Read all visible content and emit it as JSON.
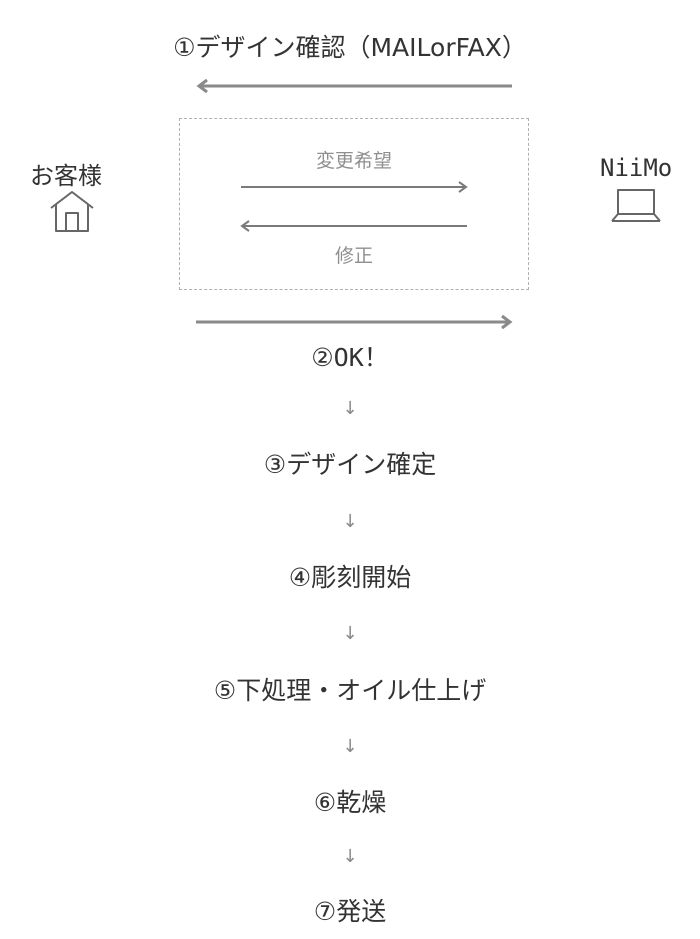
{
  "steps": {
    "step1": "①デザイン確認（MAILorFAX）",
    "step2": "②OK！",
    "step3": "③デザイン確定",
    "step4": "④彫刻開始",
    "step5": "⑤下処理・オイル仕上げ",
    "step6": "⑥乾燥",
    "step7": "⑦発送"
  },
  "parties": {
    "customer": "お客様",
    "company": "NiiMo"
  },
  "exchange": {
    "request": "変更希望",
    "revision": "修正"
  },
  "connector": "↓",
  "icons": {
    "customer_icon": "house-icon",
    "company_icon": "laptop-icon"
  },
  "colors": {
    "text": "#333333",
    "arrow": "#8a8a8a",
    "border": "#b0b0b0"
  }
}
